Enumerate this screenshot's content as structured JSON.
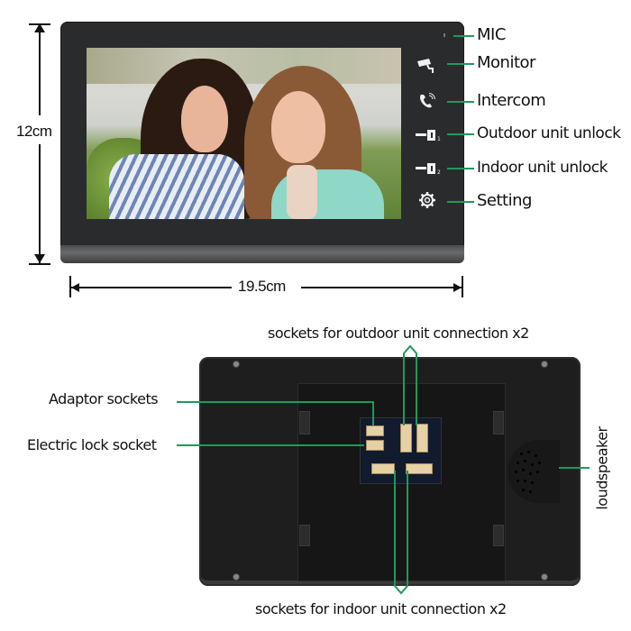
{
  "front_view": {
    "height_dimension": "12cm",
    "width_dimension": "19.5cm",
    "callouts": [
      {
        "id": "mic",
        "label": "MIC",
        "icon": "mic-hole-icon"
      },
      {
        "id": "monitor",
        "label": "Monitor",
        "icon": "cctv-camera-icon"
      },
      {
        "id": "intercom",
        "label": "Intercom",
        "icon": "phone-call-icon"
      },
      {
        "id": "outdoor-unlock",
        "label": "Outdoor unit unlock",
        "icon": "key-door-icon",
        "index": "1"
      },
      {
        "id": "indoor-unlock",
        "label": "Indoor unit unlock",
        "icon": "key-door-icon",
        "index": "2"
      },
      {
        "id": "setting",
        "label": "Setting",
        "icon": "gear-icon"
      }
    ]
  },
  "back_view": {
    "callouts": {
      "outdoor_sockets": "sockets for outdoor unit connection x2",
      "adaptor_sockets": "Adaptor sockets",
      "electric_lock": "Electric lock socket",
      "loudspeaker": "loudspeaker",
      "indoor_sockets": "sockets for indoor unit connection x2"
    }
  },
  "colors": {
    "callout_line": "#1f9a5a",
    "device_body": "#2a2b2d"
  }
}
